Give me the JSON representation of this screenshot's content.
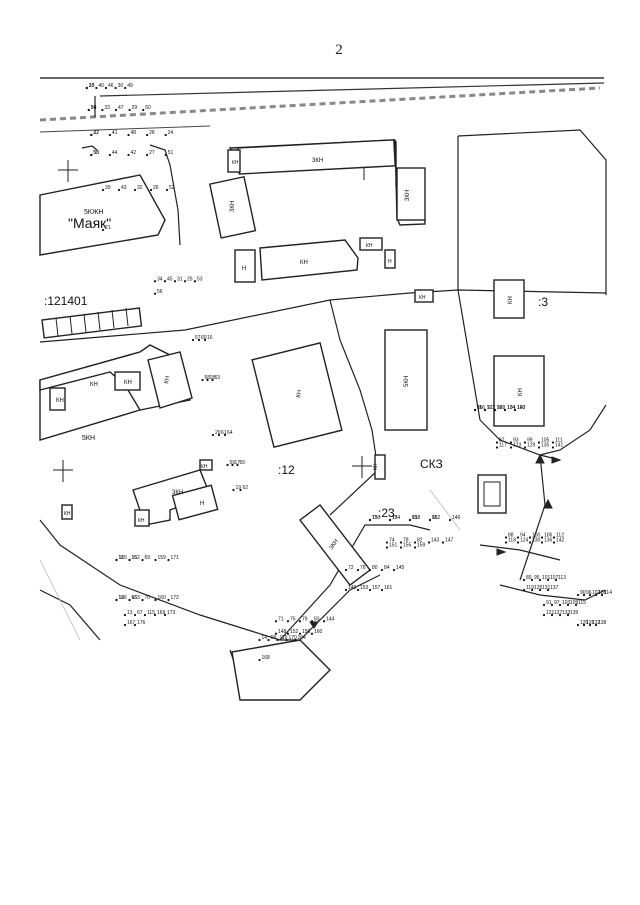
{
  "page_number": "2",
  "cadastral_labels": {
    "quarter": ":121401",
    "plot_3": ":3",
    "plot_12": ":12",
    "plot_23": ":23",
    "zone": "СКЗ"
  },
  "named_buildings": {
    "mayak_type": "5КЖН",
    "mayak_name": "\"Маяк\""
  },
  "building_labels": {
    "b1": "3КН",
    "b2": "3КН",
    "b3": "3КН",
    "b4": "КН",
    "b5": "КН",
    "b6": "Н",
    "b7": "КН",
    "b8": "КН",
    "b9": "Н",
    "b10": "КН",
    "b11": "КН",
    "b12": "КН",
    "b13": "5КН",
    "b14": "КН",
    "b15": "3КН",
    "b16": "КН",
    "b17": "5КН",
    "b18": "КН",
    "b19": "КН",
    "b20": "КН",
    "b21": "3КН",
    "b22": "Н",
    "b23": "КН",
    "b24": "КН",
    "b25": "3КН",
    "b26": "КН"
  },
  "points_top": [
    "35",
    "36",
    "37",
    "38",
    "39",
    "34",
    "40",
    "33",
    "41",
    "44",
    "43",
    "45",
    "46",
    "47",
    "48",
    "42",
    "32",
    "31",
    "30",
    "29",
    "28",
    "27",
    "26",
    "25",
    "49",
    "50",
    "24",
    "51",
    "52",
    "53",
    "23",
    "54",
    "22",
    "55",
    "21",
    "56"
  ],
  "points_left": [
    "57",
    "58",
    "20",
    "59",
    "19",
    "60",
    "18",
    "61",
    "17",
    "62",
    "16",
    "63",
    "64",
    "65"
  ],
  "points_bottom_left": [
    "11",
    "12",
    "13",
    "14",
    "15",
    "66",
    "67",
    "68",
    "69",
    "70",
    "115",
    "116",
    "159",
    "160",
    "169",
    "170",
    "171",
    "172",
    "173",
    "164",
    "165",
    "166",
    "167",
    "168",
    "162",
    "163",
    "176"
  ],
  "points_center": [
    "71",
    "72",
    "73",
    "74",
    "75",
    "76",
    "77",
    "78",
    "79",
    "80",
    "81",
    "82",
    "83",
    "84",
    "85",
    "143",
    "144",
    "145",
    "146",
    "147",
    "148",
    "149",
    "150",
    "151",
    "152",
    "153",
    "154",
    "155",
    "156",
    "157",
    "158",
    "159",
    "160",
    "161",
    "162"
  ],
  "points_right": [
    "86",
    "87",
    "88",
    "89",
    "90",
    "91",
    "92",
    "93",
    "94",
    "95",
    "96",
    "97",
    "98",
    "99",
    "100",
    "101",
    "102",
    "103",
    "104",
    "105",
    "106",
    "107",
    "108",
    "109",
    "110",
    "111",
    "112",
    "113",
    "114",
    "115",
    "116",
    "117",
    "118",
    "119",
    "120",
    "121",
    "122",
    "123",
    "124",
    "125",
    "126",
    "127",
    "128",
    "129",
    "130",
    "131",
    "132",
    "133",
    "134",
    "135",
    "136",
    "137",
    "138",
    "139",
    "140",
    "141",
    "142"
  ]
}
